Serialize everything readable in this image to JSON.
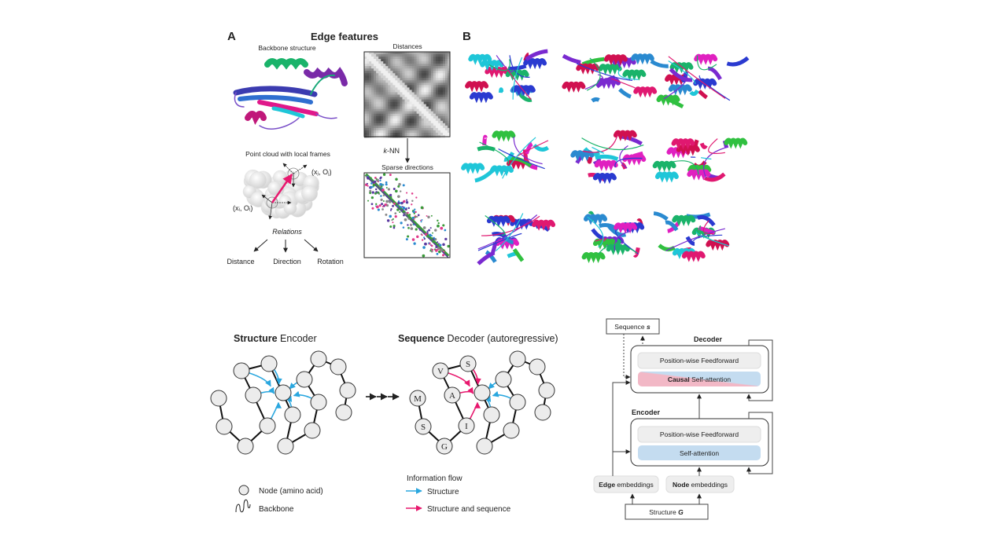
{
  "panel_a": {
    "letter": "A",
    "title": "Edge features",
    "backbone_label": "Backbone structure",
    "distances_label": "Distances",
    "knn_k": "k",
    "knn_rest": "-NN",
    "sparse_label": "Sparse directions",
    "point_cloud_label": "Point cloud with local frames",
    "frame_j": "(xⱼ, Oⱼ)",
    "frame_i": "(xᵢ, Oᵢ)",
    "relations_label": "Relations",
    "relations": [
      "Distance",
      "Direction",
      "Rotation"
    ]
  },
  "panel_b": {
    "letter": "B",
    "protein_count": 9
  },
  "encoder_decoder": {
    "encoder_title_bold": "Structure",
    "encoder_title_rest": " Encoder",
    "decoder_title_bold": "Sequence",
    "decoder_title_rest": " Decoder (autoregressive)",
    "decoder_letters": [
      "M",
      "S",
      "G",
      "I",
      "A",
      "V",
      "S"
    ],
    "legend": {
      "node": "Node (amino acid)",
      "backbone": "Backbone",
      "flow_title": "Information flow",
      "structure": "Structure",
      "structure_and_sequence": "Structure and sequence"
    }
  },
  "architecture": {
    "sequence_label": "Sequence ",
    "sequence_symbol": "s",
    "decoder_label": "Decoder",
    "decoder_ff": "Position-wise Feedforward",
    "decoder_attn_bold": "Causal",
    "decoder_attn_rest": " Self-attention",
    "encoder_label": "Encoder",
    "encoder_ff": "Position-wise Feedforward",
    "encoder_attn": "Self-attention",
    "edge_bold": "Edge",
    "edge_rest": " embeddings",
    "node_bold": "Node",
    "node_rest": " embeddings",
    "structure_label": "Structure ",
    "structure_symbol": "G"
  },
  "colors": {
    "structure_flow": "#2aa7df",
    "sequence_flow": "#e8186e",
    "attention_blue": "#c4dcf0",
    "causal_pink": "#f2b8c6",
    "node_fill": "#ececec"
  }
}
